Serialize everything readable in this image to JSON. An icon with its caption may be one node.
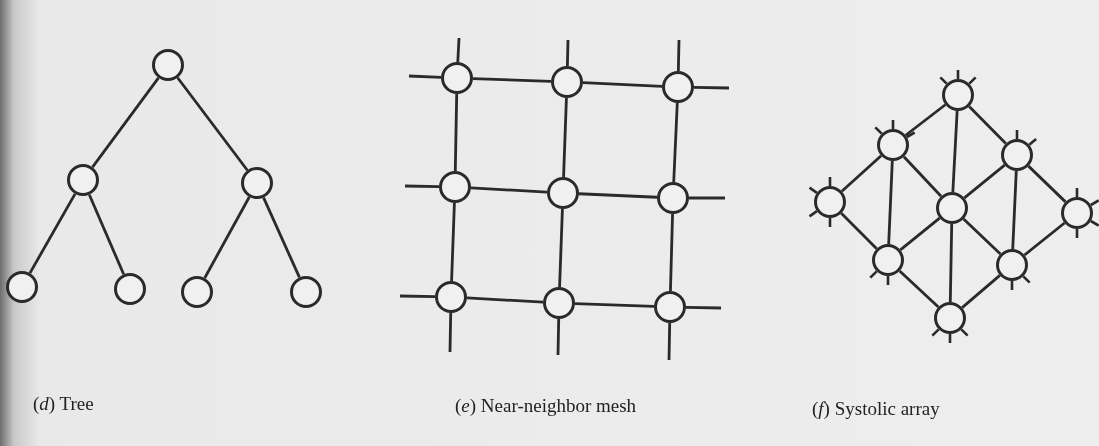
{
  "diagram": {
    "nodes": [
      {
        "text": [],
        "shape": "circle"
      },
      {
        "text": [],
        "shape": "circle"
      },
      {
        "text": [],
        "shape": "circle"
      },
      {
        "text": [],
        "shape": "circle"
      },
      {
        "text": [],
        "shape": "circle"
      },
      {
        "text": [],
        "shape": "circle"
      },
      {
        "text": [],
        "shape": "circle"
      },
      {
        "text": [],
        "shape": "circle"
      },
      {
        "text": [],
        "shape": "circle"
      },
      {
        "text": [],
        "shape": "circle"
      },
      {
        "text": [],
        "shape": "circle"
      },
      {
        "text": [],
        "shape": "circle"
      },
      {
        "text": [],
        "shape": "circle"
      },
      {
        "text": [],
        "shape": "circle"
      },
      {
        "text": [],
        "shape": "circle"
      },
      {
        "text": [],
        "shape": "circle"
      },
      {
        "text": [],
        "shape": "circle"
      },
      {
        "text": [],
        "shape": "circle"
      },
      {
        "text": [],
        "shape": "circle"
      },
      {
        "text": [],
        "shape": "circle"
      },
      {
        "text": [],
        "shape": "circle"
      },
      {
        "text": [],
        "shape": "circle"
      },
      {
        "text": [],
        "shape": "circle"
      },
      {
        "text": [],
        "shape": "circle"
      },
      {
        "text": [],
        "shape": "circle"
      }
    ],
    "edges": [
      {
        "from": 0,
        "to": 1,
        "arrow": "none"
      },
      {
        "from": 0,
        "to": 2,
        "arrow": "none"
      },
      {
        "from": 1,
        "to": 3,
        "arrow": "none"
      },
      {
        "from": 1,
        "to": 4,
        "arrow": "none"
      },
      {
        "from": 2,
        "to": 5,
        "arrow": "none"
      },
      {
        "from": 2,
        "to": 6,
        "arrow": "none"
      },
      {
        "from": 7,
        "to": 8,
        "arrow": "none"
      },
      {
        "from": 8,
        "to": 9,
        "arrow": "none"
      },
      {
        "from": 10,
        "to": 11,
        "arrow": "none"
      },
      {
        "from": 11,
        "to": 12,
        "arrow": "none"
      },
      {
        "from": 13,
        "to": 14,
        "arrow": "none"
      },
      {
        "from": 14,
        "to": 15,
        "arrow": "none"
      },
      {
        "from": 7,
        "to": 10,
        "arrow": "none"
      },
      {
        "from": 10,
        "to": 13,
        "arrow": "none"
      },
      {
        "from": 8,
        "to": 11,
        "arrow": "none"
      },
      {
        "from": 11,
        "to": 14,
        "arrow": "none"
      },
      {
        "from": 9,
        "to": 12,
        "arrow": "none"
      },
      {
        "from": 12,
        "to": 15,
        "arrow": "none"
      },
      {
        "from": 7,
        "to": null,
        "arrow": "none"
      },
      {
        "from": 8,
        "to": null,
        "arrow": "none"
      },
      {
        "from": 9,
        "to": null,
        "arrow": "none"
      },
      {
        "from": 7,
        "to": null,
        "arrow": "none"
      },
      {
        "from": 10,
        "to": null,
        "arrow": "none"
      },
      {
        "from": 13,
        "to": null,
        "arrow": "none"
      },
      {
        "from": 9,
        "to": null,
        "arrow": "none"
      },
      {
        "from": 12,
        "to": null,
        "arrow": "none"
      },
      {
        "from": 15,
        "to": null,
        "arrow": "none"
      },
      {
        "from": 13,
        "to": null,
        "arrow": "none"
      },
      {
        "from": 14,
        "to": null,
        "arrow": "none"
      },
      {
        "from": 15,
        "to": null,
        "arrow": "none"
      },
      {
        "from": 16,
        "to": 17,
        "arrow": "none"
      },
      {
        "from": 16,
        "to": 18,
        "arrow": "none"
      },
      {
        "from": 16,
        "to": 20,
        "arrow": "none"
      },
      {
        "from": 17,
        "to": 19,
        "arrow": "none"
      },
      {
        "from": 17,
        "to": 20,
        "arrow": "none"
      },
      {
        "from": 17,
        "to": 22,
        "arrow": "none"
      },
      {
        "from": 18,
        "to": 20,
        "arrow": "none"
      },
      {
        "from": 18,
        "to": 21,
        "arrow": "none"
      },
      {
        "from": 18,
        "to": 23,
        "arrow": "none"
      },
      {
        "from": 19,
        "to": 22,
        "arrow": "none"
      },
      {
        "from": 20,
        "to": 22,
        "arrow": "none"
      },
      {
        "from": 20,
        "to": 23,
        "arrow": "none"
      },
      {
        "from": 20,
        "to": 24,
        "arrow": "none"
      },
      {
        "from": 21,
        "to": 23,
        "arrow": "none"
      },
      {
        "from": 22,
        "to": 24,
        "arrow": "none"
      },
      {
        "from": 23,
        "to": 24,
        "arrow": "none"
      }
    ],
    "labels": [
      "(*d*) Tree",
      "(*e*) Near-neighbor mesh",
      "(*f*) Systolic array"
    ]
  }
}
